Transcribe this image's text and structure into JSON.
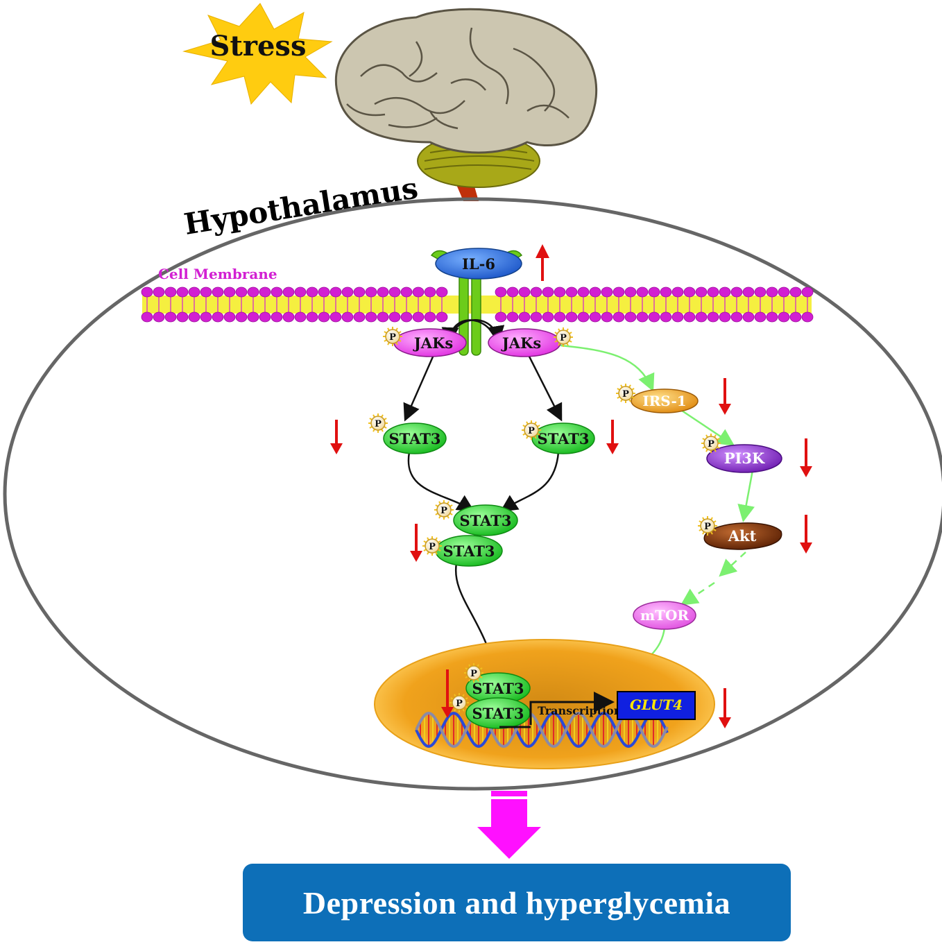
{
  "labels": {
    "stress": "Stress",
    "region": "Hypothalamus",
    "membrane": "Cell Membrane",
    "il6": "IL-6",
    "jaks_left": "JAKs",
    "jaks_right": "JAKs",
    "phospho": "P",
    "stat3_left": "STAT3",
    "stat3_right": "STAT3",
    "stat3_dimer_top": "STAT3",
    "stat3_dimer_bottom": "STAT3",
    "nuc_stat3_top": "STAT3",
    "nuc_stat3_bottom": "STAT3",
    "irs1": "IRS-1",
    "pi3k": "PI3K",
    "akt": "Akt",
    "mtor": "mTOR",
    "transcription": "Transcription",
    "glut4": "GLUT4",
    "outcome": "Depression and hyperglycemia"
  },
  "colors": {
    "membrane": "#d21fd2",
    "receptor": "#6ccc1a",
    "il6": "#2f6fd6",
    "jaks": "#ee55ee",
    "stat3": "#2ed234",
    "irs1": "#f0a020",
    "pi3k": "#8a2ec8",
    "akt": "#7a3208",
    "mtor": "#ee66ee",
    "glut4": "#1020e0",
    "nucleus": "#f2a21e",
    "down_arrow": "#e01010",
    "outcome_box": "#0d6fb8",
    "outcome_arrow": "#ff10ff"
  },
  "icons": {
    "brain": "brain-icon",
    "stress_burst": "starburst-icon",
    "dna": "dna-helix-icon"
  }
}
